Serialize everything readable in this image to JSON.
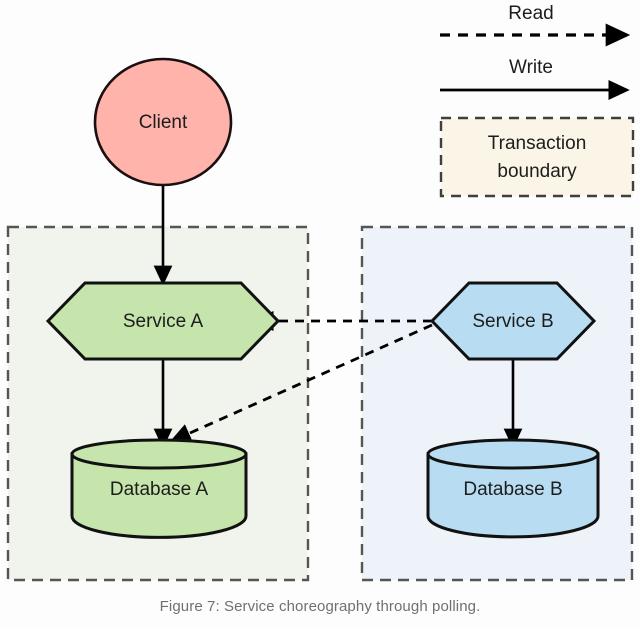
{
  "figure": {
    "caption": "Figure 7: Service choreography through polling.",
    "background_color": "#fdfdfd"
  },
  "legend": {
    "read": {
      "label": "Read",
      "line_style": "dashed",
      "arrow": "right"
    },
    "write": {
      "label": "Write",
      "line_style": "solid",
      "arrow": "right"
    },
    "transaction_boundary": {
      "label_line1": "Transaction",
      "label_line2": "boundary",
      "fill_color": "#faf5e6",
      "border_style": "dashed",
      "border_color": "#3f3f3f"
    }
  },
  "boundaries": [
    {
      "name": "boundary-a",
      "fill_color": "#f0f4ec",
      "border_color": "#555555",
      "border_style": "dashed"
    },
    {
      "name": "boundary-b",
      "fill_color": "#eef3f9",
      "border_color": "#555555",
      "border_style": "dashed"
    }
  ],
  "nodes": {
    "client": {
      "label": "Client",
      "shape": "circle",
      "fill_color": "#ffb3ab",
      "stroke_color": "#1a1010"
    },
    "service_a": {
      "label": "Service A",
      "shape": "hexagon",
      "fill_color": "#c5e5ac",
      "stroke_color": "#111111"
    },
    "database_a": {
      "label": "Database A",
      "shape": "cylinder",
      "fill_color": "#c5e5ac",
      "stroke_color": "#111111"
    },
    "service_b": {
      "label": "Service B",
      "shape": "hexagon",
      "fill_color": "#b8ddf2",
      "stroke_color": "#111111"
    },
    "database_b": {
      "label": "Database B",
      "shape": "cylinder",
      "fill_color": "#b8ddf2",
      "stroke_color": "#111111"
    }
  },
  "edges": [
    {
      "name": "client-to-service-a",
      "from": "client",
      "to": "service_a",
      "style": "solid",
      "kind": "Write"
    },
    {
      "name": "service-a-to-database-a",
      "from": "service_a",
      "to": "database_a",
      "style": "solid",
      "kind": "Write"
    },
    {
      "name": "service-b-to-service-a",
      "from": "service_b",
      "to": "service_a",
      "style": "dashed",
      "kind": "Read"
    },
    {
      "name": "service-b-to-database-a",
      "from": "service_b",
      "to": "database_a",
      "style": "dashed",
      "kind": "Read"
    },
    {
      "name": "service-b-to-database-b",
      "from": "service_b",
      "to": "database_b",
      "style": "solid",
      "kind": "Write"
    }
  ]
}
